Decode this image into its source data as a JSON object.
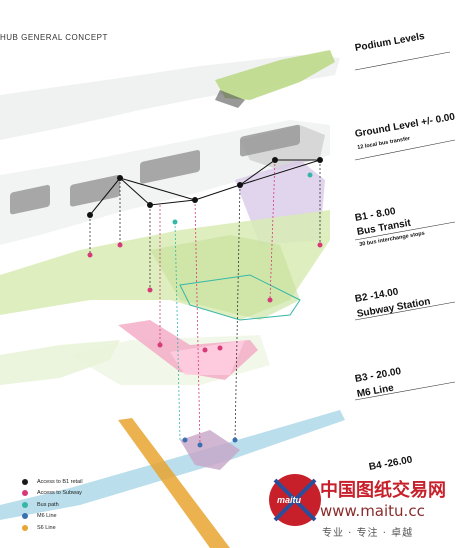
{
  "header": {
    "title": "HUB GENERAL CONCEPT"
  },
  "levels": [
    {
      "id": "podium",
      "name": "Podium Levels",
      "sub": ""
    },
    {
      "id": "ground",
      "name": "Ground Level  +/- 0.00",
      "sub": "12 local bus transfer"
    },
    {
      "id": "b1",
      "name": "B1  - 8.00",
      "name2": "Bus Transit",
      "sub": "30 bus interchange stops"
    },
    {
      "id": "b2",
      "name": "B2  -14.00",
      "name2": "Subway Station",
      "sub": ""
    },
    {
      "id": "b3",
      "name": "B3  - 20.00",
      "name2": "M6 Line",
      "sub": ""
    },
    {
      "id": "b4",
      "name": "B4  -26.00",
      "sub": ""
    }
  ],
  "legend": [
    {
      "label": "Access to B1 retail",
      "color": "#1a1a1a"
    },
    {
      "label": "Access to Subway",
      "color": "#d63a78"
    },
    {
      "label": "Bus path",
      "color": "#35b7a8"
    },
    {
      "label": "M6 Line",
      "color": "#3a6fb0"
    },
    {
      "label": "S6 Line",
      "color": "#e8a530"
    }
  ],
  "watermark": {
    "logo": "maitu",
    "chinese": "中国图纸交易网",
    "url": "www.maitu.cc",
    "motto": "专业 · 专注 · 卓越"
  }
}
